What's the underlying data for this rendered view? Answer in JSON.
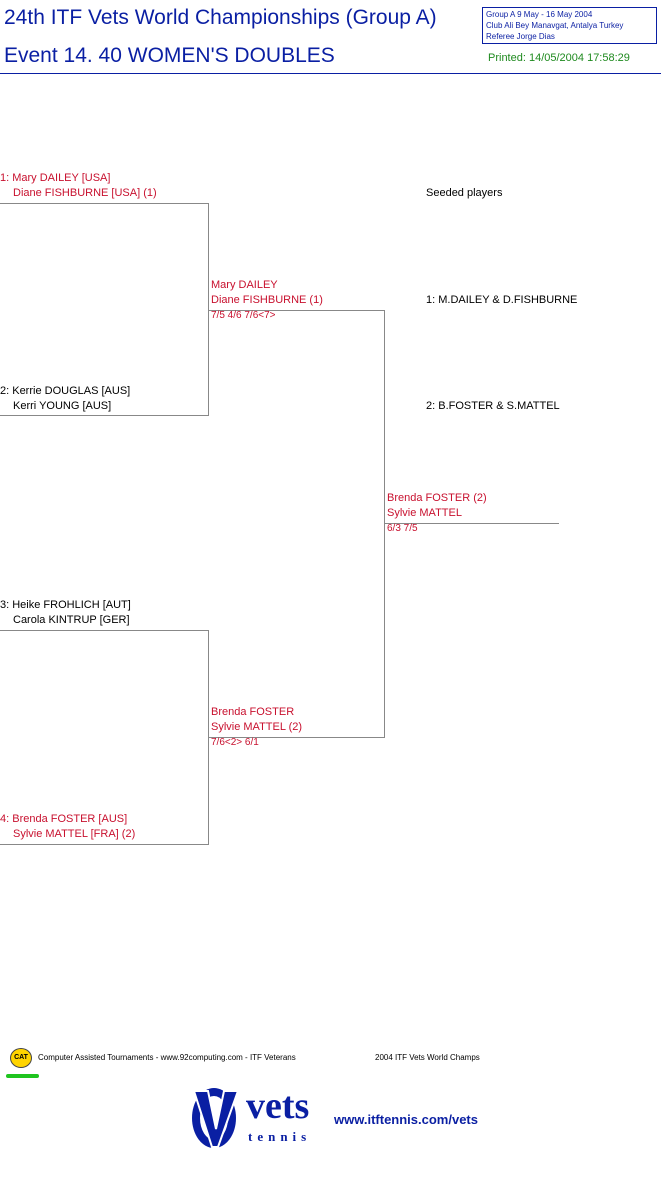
{
  "header": {
    "title_line1": "24th ITF Vets World Championships (Group A)",
    "title_line2": "Event 14. 40 WOMEN'S DOUBLES",
    "info_line1": "Group A  9 May - 16 May 2004",
    "info_line2": "Club Ali Bey Manavgat, Antalya   Turkey",
    "info_line3": "Referee Jorge Dias",
    "printed": "Printed: 14/05/2004 17:58:29"
  },
  "draw": {
    "round1": [
      {
        "line1": "1: Mary DAILEY [USA]",
        "line2": "Diane FISHBURNE [USA] (1)",
        "winner": true
      },
      {
        "line1": "2: Kerrie DOUGLAS [AUS]",
        "line2": "Kerri YOUNG [AUS]",
        "winner": false
      },
      {
        "line1": "3: Heike FROHLICH [AUT]",
        "line2": "Carola KINTRUP [GER]",
        "winner": false
      },
      {
        "line1": "4: Brenda FOSTER [AUS]",
        "line2": "Sylvie MATTEL [FRA] (2)",
        "winner": true
      }
    ],
    "semis": [
      {
        "line1": "Mary DAILEY",
        "line2": "Diane FISHBURNE (1)",
        "score": "7/5 4/6 7/6<7>"
      },
      {
        "line1": "Brenda FOSTER",
        "line2": "Sylvie MATTEL (2)",
        "score": "7/6<2> 6/1"
      }
    ],
    "final": {
      "line1": "Brenda FOSTER (2)",
      "line2": "Sylvie MATTEL",
      "score": "6/3 7/5"
    }
  },
  "seeds": {
    "heading": "Seeded players",
    "items": [
      "1: M.DAILEY & D.FISHBURNE",
      "2: B.FOSTER & S.MATTEL"
    ]
  },
  "footer": {
    "cat_label": "CAT",
    "software": "Computer Assisted Tournaments - www.92computing.com -  ITF Veterans",
    "event": "2004 ITF Vets World Champs",
    "logo_big": "vets",
    "logo_small": "tennis",
    "url": "www.itftennis.com/vets"
  },
  "colors": {
    "title_blue": "#0a1fa3",
    "winner_red": "#c8102e",
    "printed_green": "#1f8a1f"
  }
}
